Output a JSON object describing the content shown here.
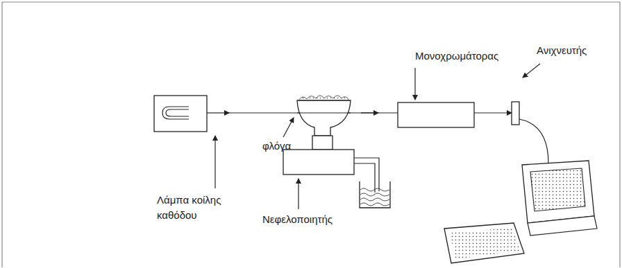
{
  "diagram": {
    "labels": [
      "Μονοχρωμάτορας",
      "Ανιχνευτής",
      "Λάμπα κοίλης καθόδου",
      "φλόγα",
      "Νεφελοποιητής"
    ]
  }
}
